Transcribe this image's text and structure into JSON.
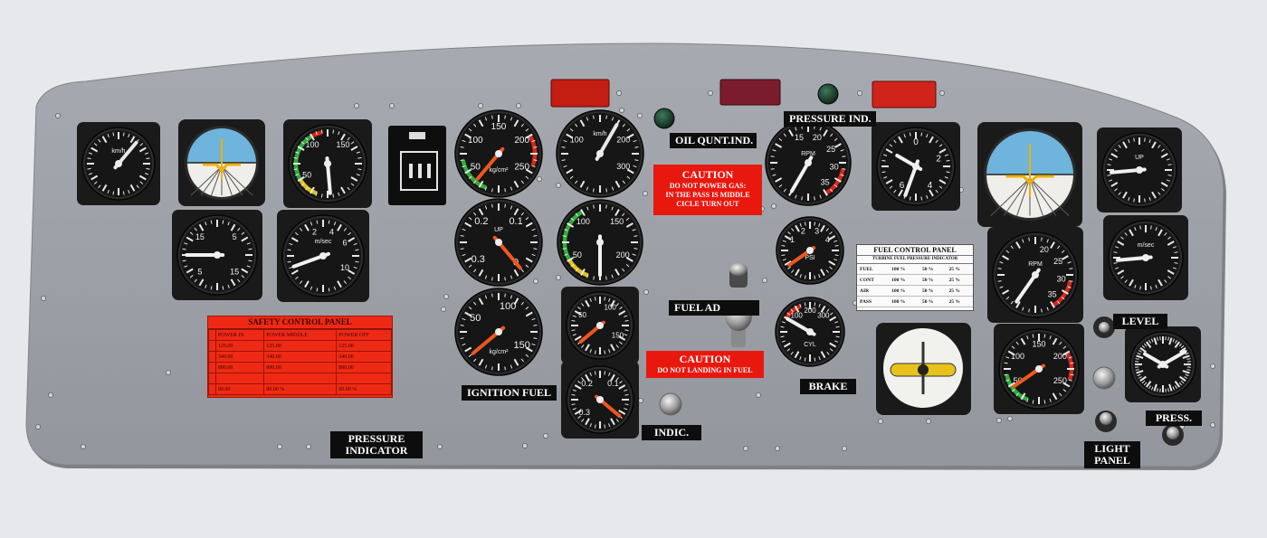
{
  "labels": {
    "oil_qty": "OIL QUNT.IND.",
    "pressure_ind_top": "PRESSURE IND.",
    "ignition_fuel": "IGNITION FUEL",
    "fuel_ad": "FUEL AD",
    "brake": "BRAKE",
    "indic": "INDIC.",
    "pressure_indicator_1": "PRESSURE",
    "pressure_indicator_2": "INDICATOR",
    "level": "LEVEL",
    "press": "PRESS.",
    "light_panel_1": "LIGHT",
    "light_panel_2": "PANEL"
  },
  "caution_power": {
    "title": "CAUTION",
    "line1": "DO NOT POWER GAS:",
    "line2": "IN THE PASS IS MIDDLE",
    "line3": "CICLE TURN OUT"
  },
  "caution_landing": {
    "title": "CAUTION",
    "line1": "DO NOT LANDING IN FUEL"
  },
  "safety_panel": {
    "title": "SAFETY CONTROL PANEL",
    "headers": [
      "",
      "POWER IN",
      "POWER MIDDLE",
      "POWER OFF"
    ],
    "rows": [
      [
        "",
        "125.00",
        "125.00",
        "125.00"
      ],
      [
        "",
        "340.00",
        "340.00",
        "340.00"
      ],
      [
        "",
        "880.00",
        "880.00",
        "880.00"
      ],
      [
        "",
        "",
        "",
        ""
      ],
      [
        "",
        "90.00",
        "90.00 %",
        "90.00 %"
      ]
    ]
  },
  "fuel_control_panel": {
    "title": "FUEL CONTROL PANEL",
    "subtitle": "TURBINE FUEL PRESSURE INDICATOR",
    "rows": [
      [
        "FUEL",
        "100 %",
        "50 %",
        "25 %"
      ],
      [
        "CONT",
        "100 %",
        "50 %",
        "25 %"
      ],
      [
        "AIR",
        "100 %",
        "50 %",
        "25 %"
      ],
      [
        "PASS",
        "100 %",
        "50 %",
        "25 %"
      ]
    ]
  },
  "gauge_text": {
    "kmh": "km/h",
    "msec": "m/sec",
    "rpm": "RPM",
    "psi": "PSI",
    "cyl": "CYL",
    "kgcm": "kg/cm²",
    "upper": "UP",
    "tick_150": "150",
    "tick_200": "200",
    "tick_250": "250",
    "tick_100": "100",
    "tick_50": "50",
    "tick_02": "0.2",
    "tick_01": "0.1",
    "tick_03": "0.3",
    "tick_0": "0",
    "tick_300": "300",
    "tick_20": "20",
    "tick_25": "25",
    "tick_30": "30",
    "tick_35": "35",
    "tick_10": "10",
    "tick_15": "15",
    "tick_5": "5",
    "tick_1": "1",
    "tick_2": "2",
    "tick_3": "3",
    "tick_4": "4",
    "tick_6": "6"
  },
  "colors": {
    "panel": "#9ca0a6",
    "bezel": "#1a1a1a",
    "dial": "#161616",
    "sky": "#6fb4dc",
    "ground": "#efeeea",
    "needle_orange": "#f0561f",
    "arc_green": "#2fae3b",
    "arc_yellow": "#e2c41c",
    "arc_red": "#d9261a",
    "label_red": "#e8180f",
    "warning_light": "#c41d12"
  }
}
